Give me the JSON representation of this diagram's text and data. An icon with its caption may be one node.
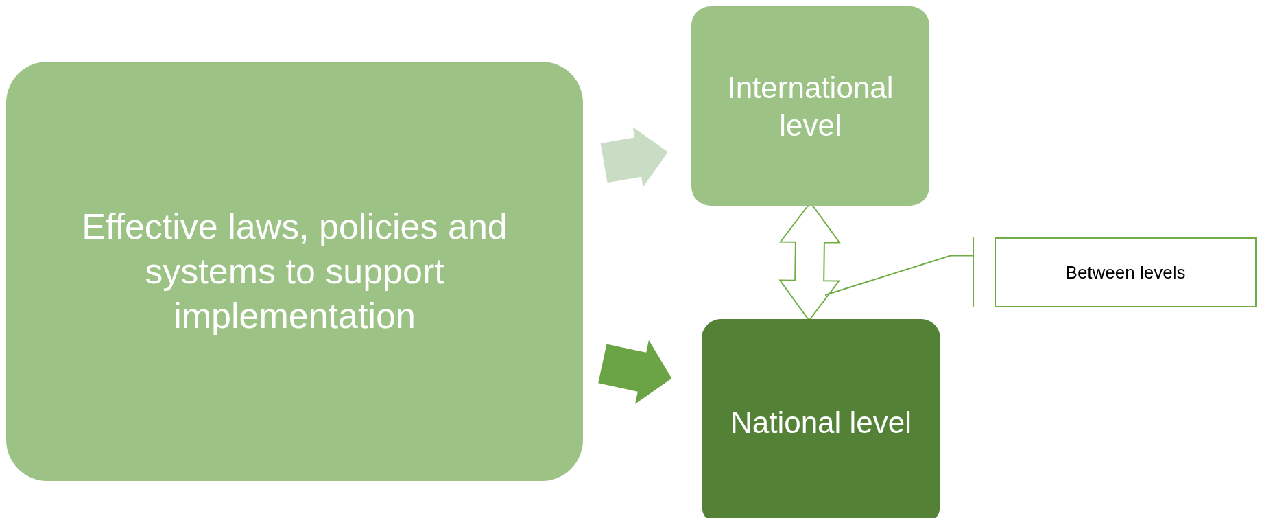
{
  "diagram": {
    "nodes": [
      {
        "text": [
          "Effective laws, policies and systems to support implementation"
        ]
      },
      {
        "text": [
          "International level"
        ]
      },
      {
        "text": [
          "National level"
        ]
      },
      {
        "text": [
          "Between levels"
        ]
      }
    ],
    "edges": [
      {
        "from": 0,
        "to": 1,
        "arrow": "to",
        "style": "thick",
        "color": "#c9dcc4"
      },
      {
        "from": 0,
        "to": 2,
        "arrow": "to",
        "style": "thick",
        "color": "#6aa444"
      },
      {
        "from": 1,
        "to": 2,
        "arrow": "both",
        "style": "thick",
        "color": "#ffffff"
      },
      {
        "from": 3,
        "to": null,
        "arrow": "none"
      }
    ]
  }
}
